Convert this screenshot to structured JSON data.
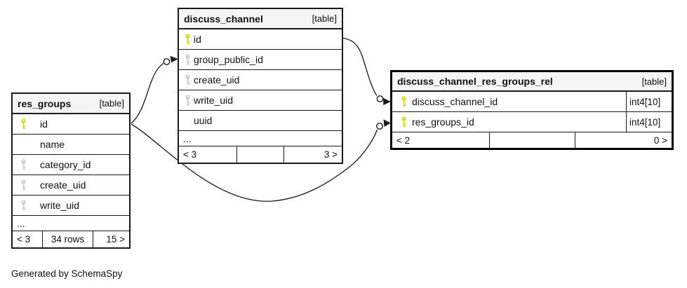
{
  "page": {
    "generated_by": "Generated by SchemaSpy"
  },
  "colors": {
    "primary_key_icon": "#d6d600",
    "foreign_key_icon": "#c9c9c9",
    "header_bg": "#f5f5f5",
    "line": "#1a1a1a"
  },
  "tables": {
    "discuss_channel": {
      "title": "discuss_channel",
      "badge": "[table]",
      "columns": [
        {
          "name": "id",
          "key": "primary"
        },
        {
          "name": "group_public_id",
          "key": "foreign"
        },
        {
          "name": "create_uid",
          "key": "foreign"
        },
        {
          "name": "write_uid",
          "key": "foreign"
        },
        {
          "name": "uuid",
          "key": "none"
        }
      ],
      "more_indicator": "...",
      "footer": {
        "left": "< 3",
        "middle": "",
        "right": "3 >"
      }
    },
    "res_groups": {
      "title": "res_groups",
      "badge": "[table]",
      "columns": [
        {
          "name": "id",
          "key": "primary"
        },
        {
          "name": "name",
          "key": "none"
        },
        {
          "name": "category_id",
          "key": "foreign"
        },
        {
          "name": "create_uid",
          "key": "foreign"
        },
        {
          "name": "write_uid",
          "key": "foreign"
        }
      ],
      "more_indicator": "...",
      "footer": {
        "left": "< 3",
        "middle": "34 rows",
        "right": "15 >"
      }
    },
    "discuss_channel_res_groups_rel": {
      "title": "discuss_channel_res_groups_rel",
      "badge": "[table]",
      "columns": [
        {
          "name": "discuss_channel_id",
          "key": "primary",
          "type": "int4[10]"
        },
        {
          "name": "res_groups_id",
          "key": "primary",
          "type": "int4[10]"
        }
      ],
      "footer": {
        "left": "< 2",
        "middle": "",
        "right": "0 >"
      }
    }
  },
  "relationships": [
    {
      "from": "res_groups.id",
      "to": "discuss_channel.group_public_id"
    },
    {
      "from": "discuss_channel.id",
      "to": "discuss_channel_res_groups_rel.discuss_channel_id"
    },
    {
      "from": "res_groups.id",
      "to": "discuss_channel_res_groups_rel.res_groups_id"
    }
  ]
}
